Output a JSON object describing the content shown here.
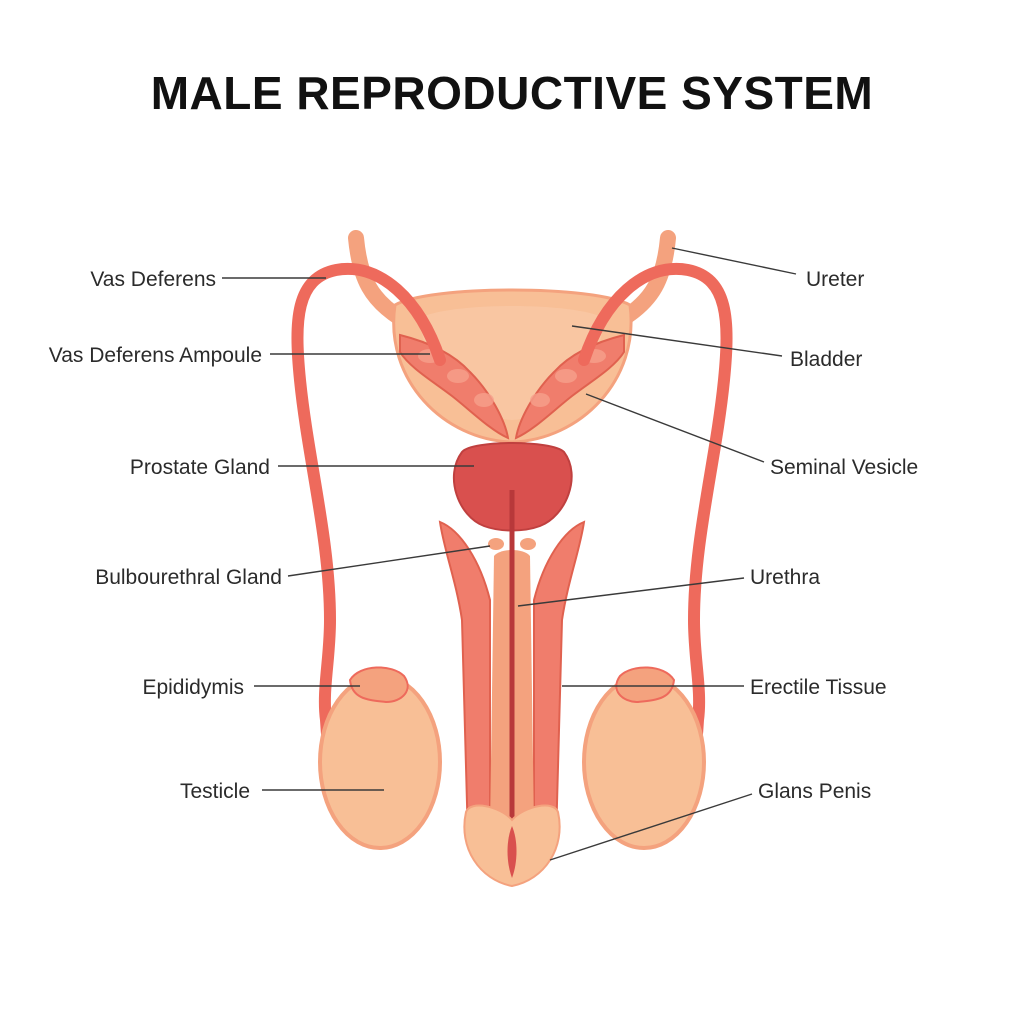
{
  "title": "MALE REPRODUCTIVE SYSTEM",
  "labels": {
    "vas_deferens": "Vas Deferens",
    "vas_deferens_ampoule": "Vas Deferens Ampoule",
    "prostate_gland": "Prostate Gland",
    "bulbourethral_gland": "Bulbourethral Gland",
    "epididymis": "Epididymis",
    "testicle": "Testicle",
    "ureter": "Ureter",
    "bladder": "Bladder",
    "seminal_vesicle": "Seminal Vesicle",
    "urethra": "Urethra",
    "erectile_tissue": "Erectile Tissue",
    "glans_penis": "Glans Penis"
  },
  "colors": {
    "skin_light": "#f8bf96",
    "skin_mid": "#f4a27e",
    "duct_red": "#ee6a5c",
    "tissue_pink": "#f07d6c",
    "prostate": "#d9504e",
    "urethra_dark": "#b8383a",
    "leader_line": "#3a3a3a",
    "text": "#2b2b2b"
  }
}
